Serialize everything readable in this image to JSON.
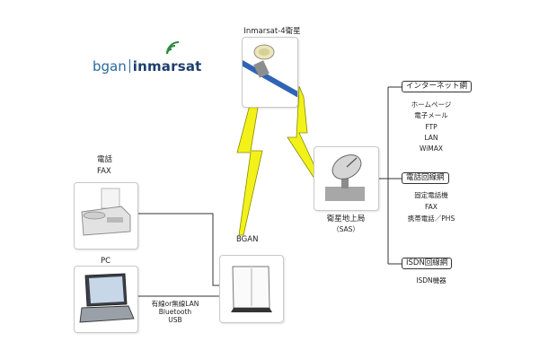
{
  "logo": {
    "bgan": "bgan",
    "inmarsat": "inmarsat"
  },
  "satellite": {
    "label": "Inmarsat-4衛星"
  },
  "bgan_terminal": {
    "label": "BGAN"
  },
  "ground_station": {
    "label": "衛星地上局",
    "sublabel": "（SAS）"
  },
  "phone_fax": {
    "label": "電話",
    "sublabel": "FAX"
  },
  "pc": {
    "label": "PC"
  },
  "connection": {
    "line1": "有線or無線LAN",
    "line2": "Bluetooth",
    "line3": "USB"
  },
  "networks": [
    {
      "name": "インターネット網",
      "items": [
        "ホームページ",
        "電子メール",
        "FTP",
        "LAN",
        "WiMAX"
      ]
    },
    {
      "name": "電話回線網",
      "items": [
        "固定電話機",
        "FAX",
        "携帯電話／PHS"
      ]
    },
    {
      "name": "ISDN回線網",
      "items": [
        "ISDN機器"
      ]
    }
  ],
  "colors": {
    "lightning": "#f2f21a",
    "satellite_beam": "#2f63b5",
    "logo_blue": "#1d3f6e"
  }
}
